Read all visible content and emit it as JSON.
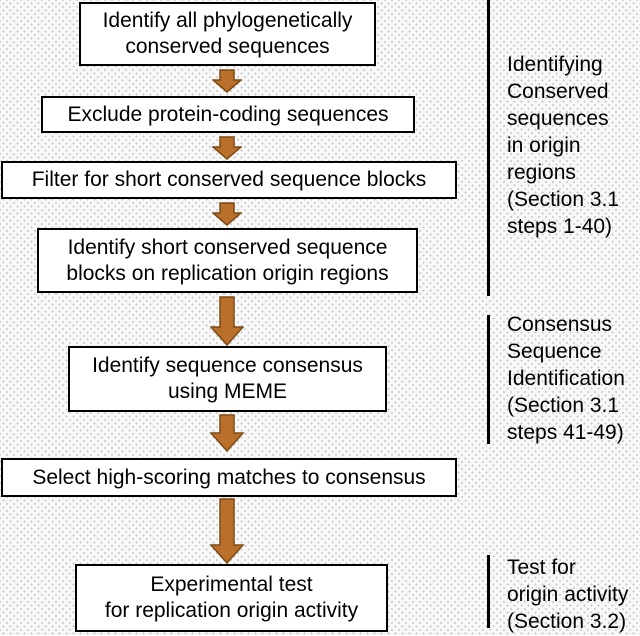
{
  "figure": {
    "boxes": [
      {
        "label": "Identify all phylogenetically\nconserved sequences"
      },
      {
        "label": "Exclude protein-coding sequences"
      },
      {
        "label": "Filter for short conserved sequence blocks"
      },
      {
        "label": "Identify short conserved sequence\nblocks on replication origin regions"
      },
      {
        "label": "Identify sequence consensus\nusing MEME"
      },
      {
        "label": "Select high-scoring matches to consensus"
      },
      {
        "label": "Experimental test\nfor replication origin activity"
      }
    ],
    "side_labels": [
      {
        "text": "Identifying\nConserved\nsequences\nin origin\nregions\n(Section 3.1\nsteps 1-40)"
      },
      {
        "text": "Consensus\nSequence\nIdentification\n(Section 3.1\nsteps 41-49)"
      },
      {
        "text": "Test for\norigin activity\n(Section 3.2)"
      }
    ],
    "colors": {
      "arrow_fill": "#b9702b",
      "arrow_stroke": "#7d4a13",
      "box_fill": "#ffffff",
      "box_border": "#000000",
      "text": "#000000",
      "bracket": "#000000",
      "background": "#f8f8f8",
      "background_dot": "#c6c6c6"
    }
  }
}
